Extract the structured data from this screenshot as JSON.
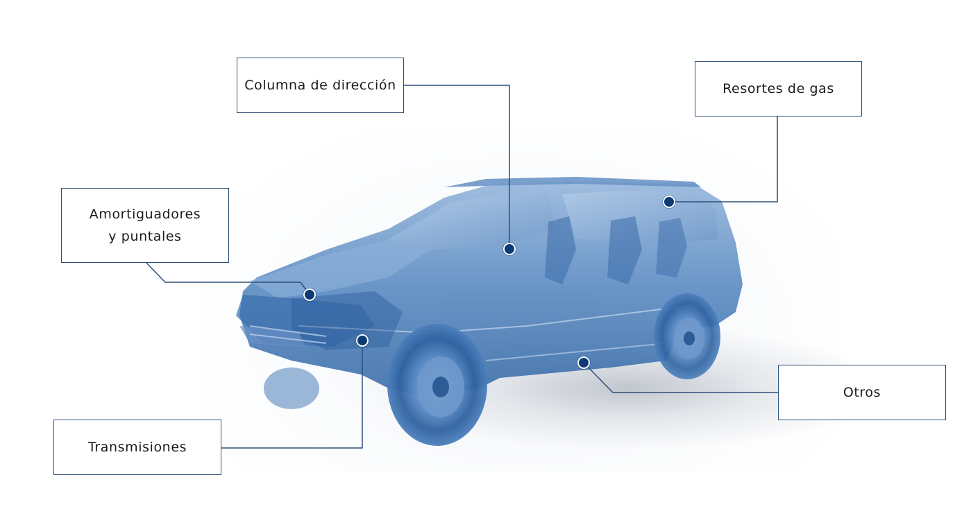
{
  "diagram": {
    "subject": "Transparent blue SUV with component callouts",
    "colors": {
      "box_border": "#2d4f78",
      "leader_line": "#2d4f78",
      "hotspot_fill": "#0e3a73",
      "hotspot_ring": "#ffffff",
      "car_tint": "#3f74b3"
    },
    "labels": [
      {
        "id": "columna",
        "line1": "Columna de dirección",
        "line2": ""
      },
      {
        "id": "resortes",
        "line1": "Resortes de gas",
        "line2": ""
      },
      {
        "id": "amortiguadores",
        "line1": "Amortiguadores",
        "line2": "y puntales"
      },
      {
        "id": "transmisiones",
        "line1": "Transmisiones",
        "line2": ""
      },
      {
        "id": "otros",
        "line1": "Otros",
        "line2": ""
      }
    ]
  }
}
